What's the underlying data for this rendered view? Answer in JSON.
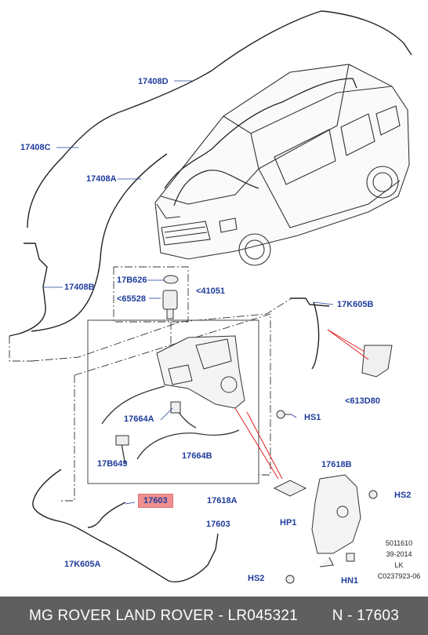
{
  "labels": {
    "l17408D": "17408D",
    "l17408C": "17408C",
    "l17408A": "17408A",
    "l17408B": "17408B",
    "l17B626": "17B626",
    "l65528": "<65528",
    "l41051": "<41051",
    "l17K605B": "17K605B",
    "l613D80": "<613D80",
    "l17664A": "17664A",
    "lHS1": "HS1",
    "l17B649": "17B649",
    "l17664B": "17664B",
    "l17618B": "17618B",
    "l17603": "17603",
    "l17618A": "17618A",
    "lHS2a": "HS2",
    "lHP1": "HP1",
    "l17603b": "17603",
    "l17K605A": "17K605A",
    "lHS2b": "HS2",
    "lHN1": "HN1"
  },
  "reference": {
    "line1": "5011610",
    "line2": "39-2014",
    "line3": "LK",
    "line4": "C0237923-06"
  },
  "footer": {
    "left": "MG ROVER LAND ROVER - LR045321",
    "right": "N - 17603"
  },
  "colors": {
    "label": "#1f3c9c",
    "highlight": "#f08f8f",
    "footer_bg": "#5f5f5f",
    "leader_red": "#e02020"
  }
}
